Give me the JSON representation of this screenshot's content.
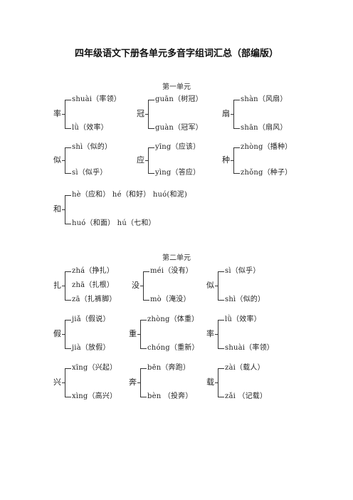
{
  "title": "四年级语文下册各单元多音字组词汇总（部编版）",
  "units": [
    {
      "title": "第一单元",
      "groups": [
        {
          "char": "率",
          "readings": [
            "shuài（率领）",
            "lǜ（效率）"
          ]
        },
        {
          "char": "冠",
          "readings": [
            "guān（树冠）",
            "guàn（冠军）"
          ]
        },
        {
          "char": "扇",
          "readings": [
            "shàn（风扇）",
            "shān（扇风）"
          ]
        },
        {
          "char": "似",
          "readings": [
            "shì（似的）",
            "sì（似乎）"
          ]
        },
        {
          "char": "应",
          "readings": [
            "yīng（应该）",
            "yìng（答应）"
          ]
        },
        {
          "char": "种",
          "readings": [
            "zhòng（播种）",
            "zhǒng（种子）"
          ]
        },
        {
          "char": "和",
          "readings": [
            "hè（应和）   hé（和好）  huó(和泥)",
            "huó（和面）  hú（七和）"
          ]
        }
      ]
    },
    {
      "title": "第二单元",
      "groups": [
        {
          "char": "扎",
          "readings": [
            "zhá（挣扎）",
            "zhā（扎根）",
            "zā（扎裤脚）"
          ]
        },
        {
          "char": "没",
          "readings": [
            "méi（没有）",
            "mò（淹没）"
          ]
        },
        {
          "char": "似",
          "readings": [
            "sì（似乎）",
            "shì（似的）"
          ]
        },
        {
          "char": "假",
          "readings": [
            "jiǎ（假说）",
            "jià（放假）"
          ]
        },
        {
          "char": "重",
          "readings": [
            "zhòng（体重）",
            "chóng（重新）"
          ]
        },
        {
          "char": "率",
          "readings": [
            "lǜ（效率）",
            "shuài（率领）"
          ]
        },
        {
          "char": "兴",
          "readings": [
            "xīng（兴起）",
            "xìng（高兴）"
          ]
        },
        {
          "char": "奔",
          "readings": [
            "bēn（奔跑）",
            "bèn （投奔）"
          ]
        },
        {
          "char": "载",
          "readings": [
            "zài（载人）",
            "zǎi （记载）"
          ]
        }
      ]
    }
  ]
}
